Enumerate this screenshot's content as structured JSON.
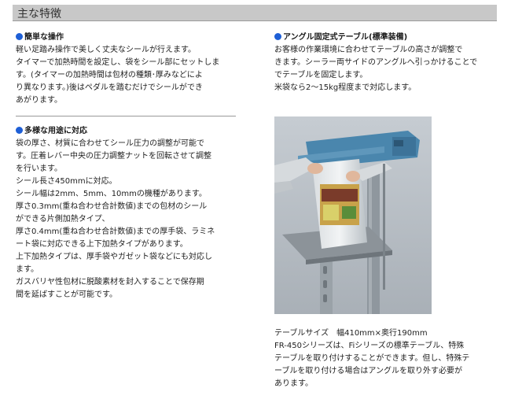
{
  "page_title": "主な特徴",
  "left": {
    "section1": {
      "heading": "簡単な操作",
      "lines": [
        "軽い足踏み操作で美しく丈夫なシールが行えます。",
        "タイマーで加熱時間を設定し、袋をシール部にセットしま",
        "す。(タイマーの加熱時間は包材の種類･厚みなどによ",
        "り異なります。)後はペダルを踏むだけでシールができ",
        "あがります。"
      ]
    },
    "section2": {
      "heading": "多様な用途に対応",
      "lines": [
        "袋の厚さ、材質に合わせてシール圧力の調整が可能で",
        "す。圧着レバー中央の圧力調整ナットを回転させて調整",
        "を行います。",
        "シール長さ450mmに対応。",
        "シール幅は2mm、5mm、10mmの機種があります。",
        "厚さ0.3mm(重ね合わせ合計数値)までの包材のシール",
        "ができる片側加熱タイプ、",
        "厚さ0.4mm(重ね合わせ合計数値)までの厚手袋、ラミネ",
        "ート袋に対応できる上下加熱タイプがあります。",
        "上下加熱タイプは、厚手袋やガゼット袋などにも対応し",
        "ます。",
        "ガスバリヤ性包材に脱酸素材を封入することで保存期",
        "間を延ばすことが可能です。"
      ]
    }
  },
  "right": {
    "section": {
      "heading": "アングル固定式テーブル(標準装備)",
      "lines": [
        "お客様の作業環境に合わせてテーブルの高さが調整で",
        "きます。シーラー両サイドのアングルへ引っかけることで",
        "でテーブルを固定します。",
        "米袋なら2～15kg程度まで対応します。"
      ]
    },
    "caption_lines": [
      "テーブルサイズ　幅410mm×奥行190mm",
      "FR-450シリーズは、Fiシリーズの標準テーブル、特殊",
      "テーブルを取り付けすることができます。但し、特殊テ",
      "ーブルを取り付ける場合はアングルを取り外す必要が",
      "あります。"
    ]
  },
  "colors": {
    "title_bar": "#c8c8c8",
    "bullet": "#1e5fd6",
    "machine_blue": "#4a86ad"
  }
}
